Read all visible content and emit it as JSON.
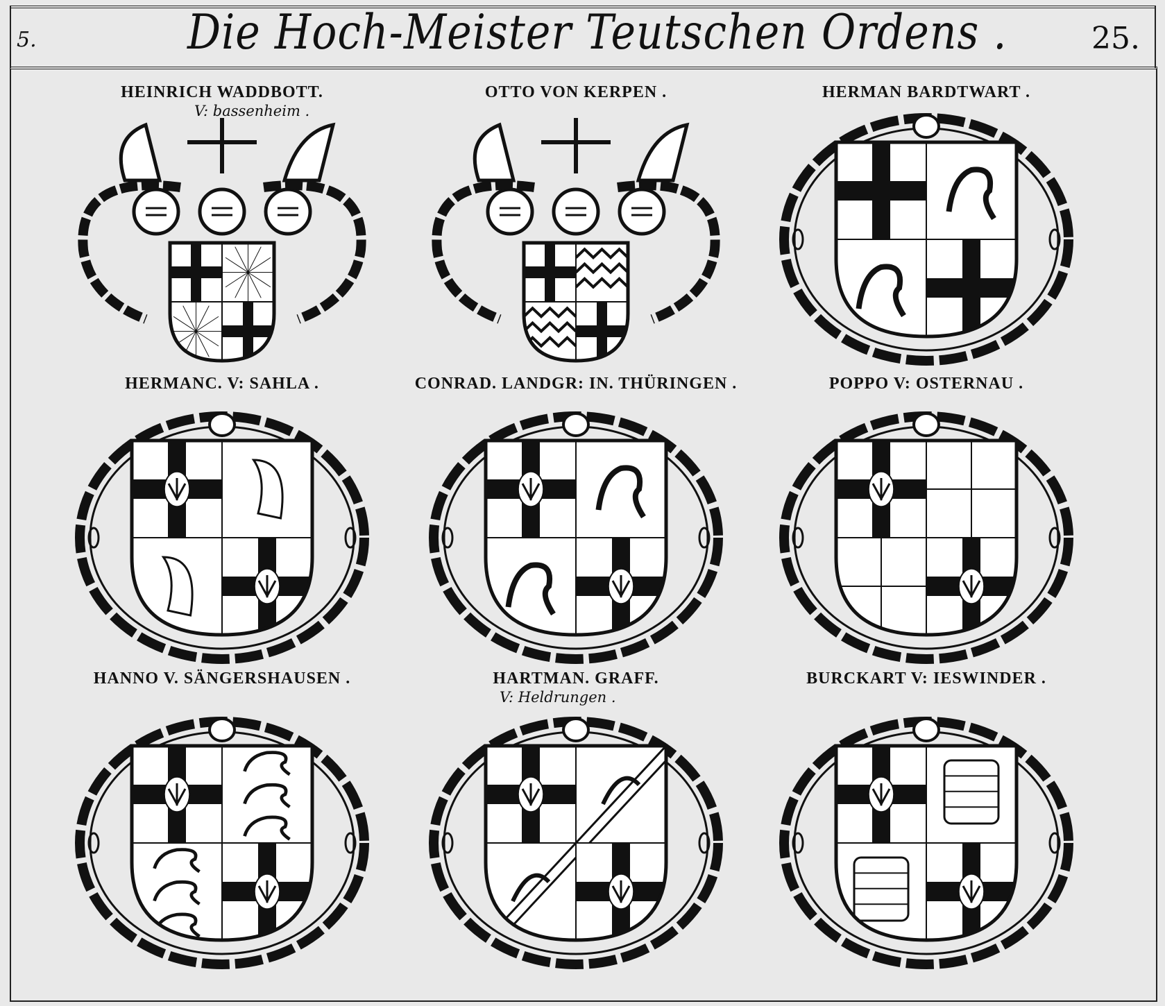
{
  "header": {
    "plate_number": "5.",
    "title": "Die Hoch-Meister Teutschen Ordens .",
    "page_number": "25."
  },
  "arms": [
    {
      "name": "HEINRICH WADDBOTT.",
      "subtitle": "V: bassenheim .",
      "style": "crested",
      "quarters": [
        "cross",
        "rays",
        "rays",
        "cross"
      ]
    },
    {
      "name": "OTTO VON KERPEN .",
      "style": "crested",
      "quarters": [
        "cross",
        "zigzag",
        "zigzag",
        "cross"
      ]
    },
    {
      "name": "HERMAN BARDTWART .",
      "style": "cartouche",
      "quarters": [
        "cross",
        "lion",
        "lion",
        "cross"
      ]
    },
    {
      "name": "HERMANC. V: SAHLA .",
      "style": "cartouche",
      "quarters": [
        "eagle-cross",
        "horn",
        "horn",
        "eagle-cross"
      ]
    },
    {
      "name": "CONRAD. LANDGR: IN. THÜRINGEN .",
      "style": "cartouche",
      "quarters": [
        "eagle-cross",
        "lion",
        "lion",
        "eagle-cross"
      ]
    },
    {
      "name": "POPPO V: OSTERNAU .",
      "style": "cartouche",
      "quarters": [
        "eagle-cross",
        "checky",
        "checky",
        "eagle-cross"
      ]
    },
    {
      "name": "HANNO V. SÄNGERSHAUSEN .",
      "style": "cartouche",
      "quarters": [
        "eagle-cross",
        "leopards",
        "leopards",
        "eagle-cross"
      ]
    },
    {
      "name": "HARTMAN. GRAFF.",
      "subtitle": "V: Heldrungen .",
      "style": "cartouche",
      "quarters": [
        "eagle-cross",
        "bend",
        "bend",
        "eagle-cross"
      ]
    },
    {
      "name": "BURCKART V: IESWINDER .",
      "style": "cartouche",
      "quarters": [
        "eagle-cross",
        "gate",
        "gate",
        "eagle-cross"
      ]
    }
  ],
  "colors": {
    "ink": "#111111",
    "paper": "#e9e9e9"
  }
}
